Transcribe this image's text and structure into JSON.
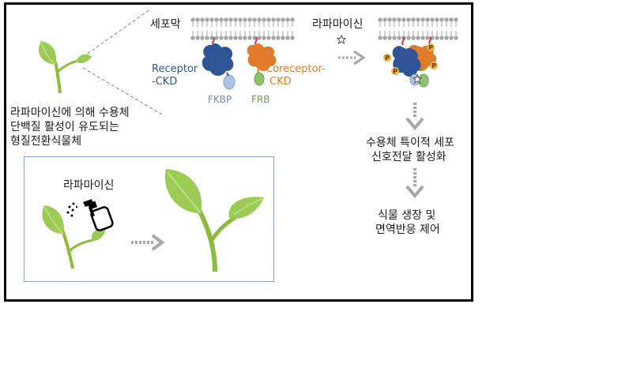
{
  "labels": {
    "membrane": "세포막",
    "rapamycin_top": "라파마이신",
    "receptor": "Receptor",
    "receptor_ckd": "-CKD",
    "coreceptor": "Coreceptor-",
    "coreceptor_ckd": "CKD",
    "fkbp": "FKBP",
    "frb": "FRB",
    "plant_desc": [
      "라파마이신에 의해 수용체",
      "단백질 활성이 유도되는",
      "형질전환식물체"
    ],
    "rapamycin_spray": "라파마이신",
    "step1": [
      "수용체 특이적 세포",
      "신호전달 활성화"
    ],
    "step2": [
      "식물 생장 및",
      "면역반응 제어"
    ],
    "phospho": "P"
  },
  "colors": {
    "receptor": "#2f5597",
    "coreceptor": "#e07b2b",
    "fkbp": "#a9c4e4",
    "frb": "#8fc36b",
    "leaf": "#9ccb55",
    "leaf_light": "#c3de8c",
    "stem": "#8dbb3e",
    "membrane_head": "#a6a6a6",
    "linker": "#d0304a",
    "phospho": "#f2b13b",
    "arrow": "#a6a6a6"
  }
}
